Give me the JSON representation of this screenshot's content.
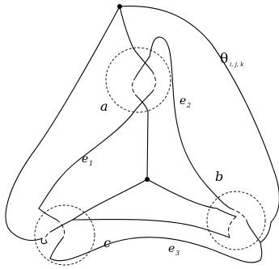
{
  "labels": {
    "theta": "θ",
    "theta_sub": "i, j, k",
    "a": "a",
    "b": "b",
    "c": "c",
    "e1": "e",
    "e1_sub": "1",
    "e2": "e",
    "e2_sub": "2",
    "e3": "e",
    "e3_sub": "3"
  },
  "vertices": [
    "top-vertex",
    "center-vertex"
  ],
  "regions": [
    "a",
    "b",
    "c"
  ]
}
